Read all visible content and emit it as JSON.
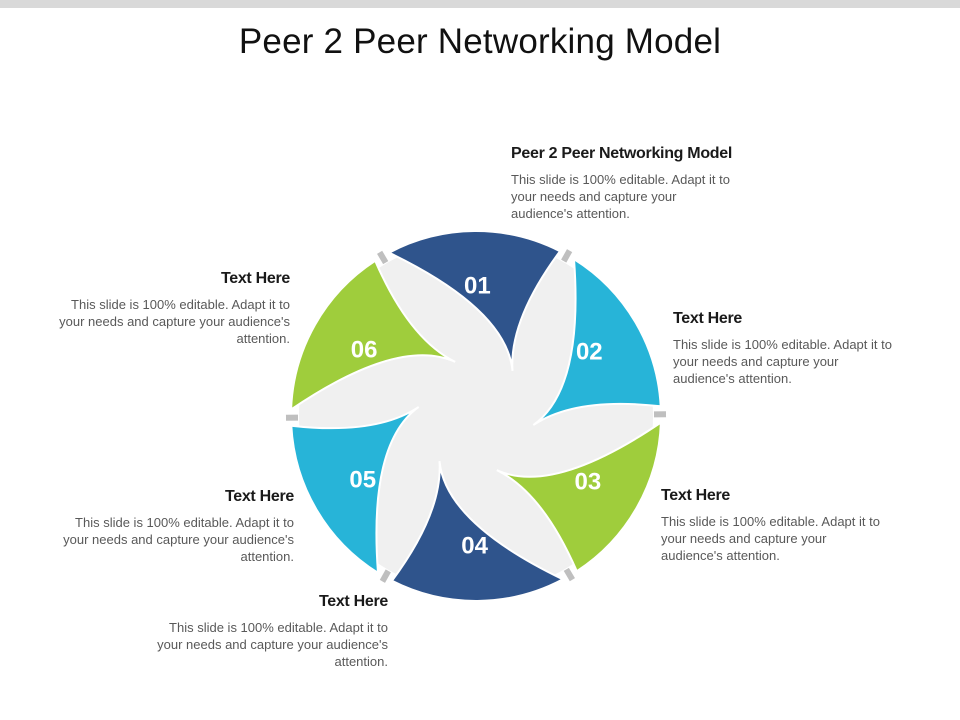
{
  "title": "Peer 2 Peer Networking Model",
  "colors": {
    "dark_blue": "#2f548c",
    "light_blue": "#27b4d8",
    "green": "#9fcd3c",
    "center": "#f0f0f0",
    "connector": "#bfbfbf"
  },
  "segments": [
    {
      "number": "01",
      "color": "#2f548c"
    },
    {
      "number": "02",
      "color": "#27b4d8"
    },
    {
      "number": "03",
      "color": "#9fcd3c"
    },
    {
      "number": "04",
      "color": "#2f548c"
    },
    {
      "number": "05",
      "color": "#27b4d8"
    },
    {
      "number": "06",
      "color": "#9fcd3c"
    }
  ],
  "blocks": {
    "b01": {
      "heading": "Peer 2 Peer Networking Model",
      "body": "This slide is 100% editable. Adapt it to your needs and capture your audience's attention."
    },
    "b02": {
      "heading": "Text Here",
      "body": "This slide is 100% editable. Adapt it to your needs and capture your audience's attention."
    },
    "b03": {
      "heading": "Text Here",
      "body": "This slide is 100% editable. Adapt it to your needs and capture your audience's attention."
    },
    "b04": {
      "heading": "Text Here",
      "body": "This slide is 100% editable. Adapt it to your needs and capture your audience's attention."
    },
    "b05": {
      "heading": "Text Here",
      "body": "This slide is 100% editable. Adapt it to your needs and capture your audience's attention."
    },
    "b06": {
      "heading": "Text Here",
      "body": "This slide is 100% editable. Adapt it to your needs and capture your audience's attention."
    }
  }
}
